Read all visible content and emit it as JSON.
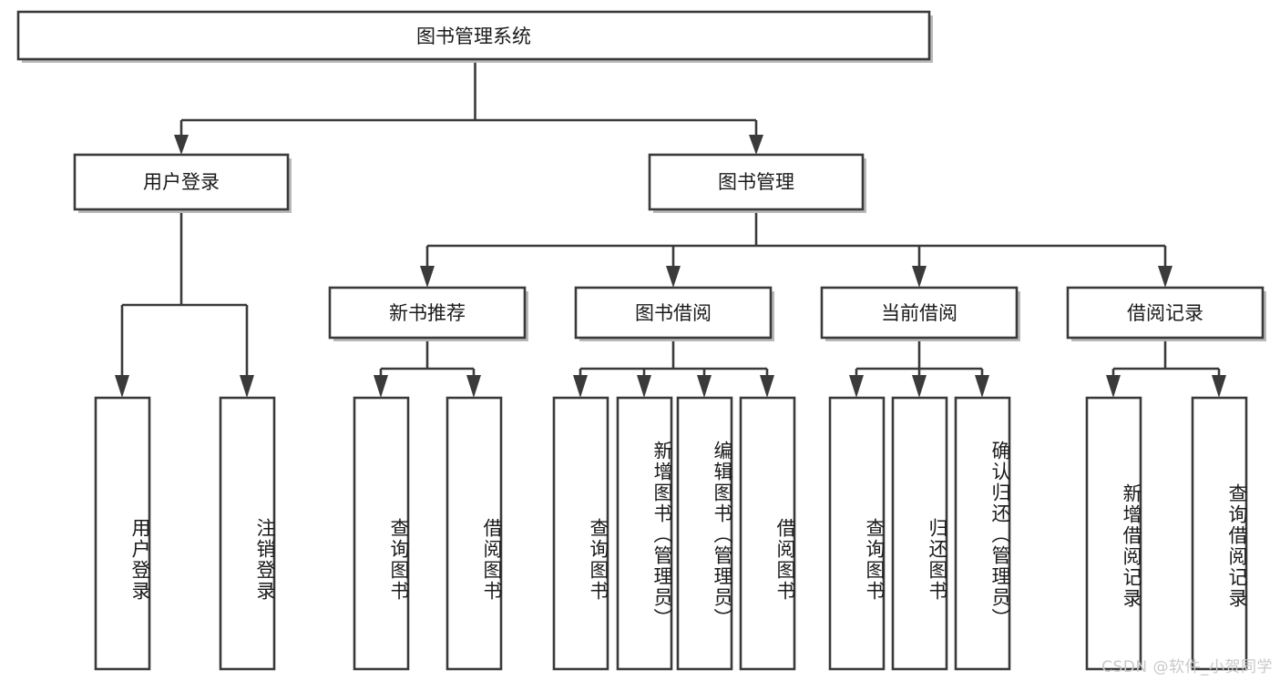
{
  "diagram": {
    "title": "图书管理系统",
    "type": "hierarchy-tree",
    "watermark": "CSDN @软件_小贺同学",
    "colors": {
      "stroke": "#3a3a3a",
      "fill": "#ffffff",
      "text": "#1a1a1a",
      "watermark": "#c9c9c9"
    },
    "levels": {
      "level1": [
        {
          "id": "root",
          "label": "图书管理系统"
        }
      ],
      "level2": [
        {
          "id": "user-login",
          "label": "用户登录"
        },
        {
          "id": "book-manage",
          "label": "图书管理"
        }
      ],
      "level3": [
        {
          "id": "new-book-recommend",
          "label": "新书推荐",
          "parent": "book-manage"
        },
        {
          "id": "book-borrow",
          "label": "图书借阅",
          "parent": "book-manage"
        },
        {
          "id": "current-borrow",
          "label": "当前借阅",
          "parent": "book-manage"
        },
        {
          "id": "borrow-record",
          "label": "借阅记录",
          "parent": "book-manage"
        }
      ],
      "level4": [
        {
          "id": "leaf-user-login",
          "label": "用户登录",
          "parent": "user-login"
        },
        {
          "id": "leaf-user-logout",
          "label": "注销登录",
          "parent": "user-login"
        },
        {
          "id": "leaf-query-book-1",
          "label": "查询图书",
          "parent": "new-book-recommend"
        },
        {
          "id": "leaf-borrow-book-1",
          "label": "借阅图书",
          "parent": "new-book-recommend"
        },
        {
          "id": "leaf-query-book-2",
          "label": "查询图书",
          "parent": "book-borrow"
        },
        {
          "id": "leaf-add-book",
          "label": "新增图书（管理员）",
          "parent": "book-borrow"
        },
        {
          "id": "leaf-edit-book",
          "label": "编辑图书（管理员）",
          "parent": "book-borrow"
        },
        {
          "id": "leaf-borrow-book-2",
          "label": "借阅图书",
          "parent": "book-borrow"
        },
        {
          "id": "leaf-query-book-3",
          "label": "查询图书",
          "parent": "current-borrow"
        },
        {
          "id": "leaf-return-book",
          "label": "归还图书",
          "parent": "current-borrow"
        },
        {
          "id": "leaf-confirm-return",
          "label": "确认归还（管理员）",
          "parent": "current-borrow"
        },
        {
          "id": "leaf-add-record",
          "label": "新增借阅记录",
          "parent": "borrow-record"
        },
        {
          "id": "leaf-query-record",
          "label": "查询借阅记录",
          "parent": "borrow-record"
        }
      ]
    }
  }
}
